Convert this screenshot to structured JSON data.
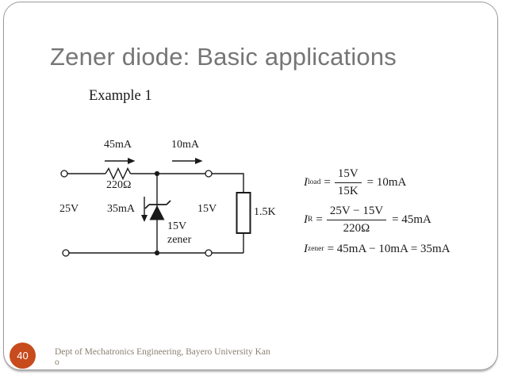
{
  "slide": {
    "title": "Zener diode: Basic applications",
    "example_heading": "Example 1"
  },
  "circuit_labels": {
    "series_current": "45mA",
    "load_current": "10mA",
    "series_resistor": "220Ω",
    "source_voltage": "25V",
    "zener_current": "35mA",
    "output_voltage": "15V",
    "zener_rating": "15V",
    "zener_word": "zener",
    "load_resistor": "1.5K"
  },
  "equations": {
    "load": {
      "symbol": "I",
      "subscript": "load",
      "equals": "=",
      "numerator": "15V",
      "denominator": "15K",
      "result": "= 10mA"
    },
    "series": {
      "symbol": "I",
      "subscript": "R",
      "equals": "=",
      "numerator": "25V − 15V",
      "denominator": "220Ω",
      "result": "= 45mA"
    },
    "zener": {
      "symbol": "I",
      "subscript": "zener",
      "expression": "= 45mA − 10mA = 35mA"
    }
  },
  "footer": {
    "page_number": "40",
    "line1": "Dept of Mechatronics Engineering, Bayero University Kan",
    "line2": "o"
  },
  "colors": {
    "title_gray": "#767676",
    "badge_orange": "#c74b1d",
    "footer_text": "#8a8071",
    "frame_border": "#9a9a9a",
    "ink": "#1a1a1a"
  }
}
